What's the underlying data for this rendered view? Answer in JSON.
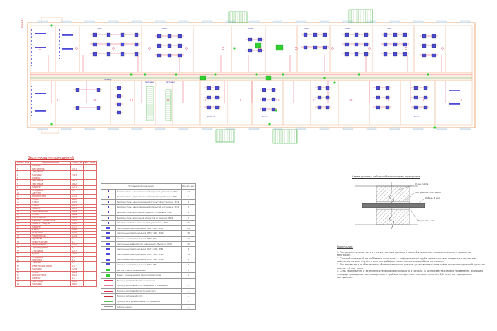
{
  "plan": {
    "scale_note": "Ось 1-12",
    "room_labels": [
      "Класс",
      "Класс",
      "Класс",
      "Коридор",
      "Класс",
      "Лестница",
      "Лестница",
      "Кабинет",
      "Класс",
      "Класс",
      "Класс",
      "Класс"
    ]
  },
  "rooms_table": {
    "title": "Экспликация помещений",
    "headers": [
      "Номер пом.",
      "Наименование",
      "Площадь",
      "Кат. пом."
    ],
    "rows": [
      [
        "1",
        "Тамбур",
        "",
        ""
      ],
      [
        "2",
        "Вестибюль",
        "15,1",
        ""
      ],
      [
        "3",
        "Гардероб",
        "",
        ""
      ],
      [
        "4",
        "Коридор",
        "74,5",
        ""
      ],
      [
        "5",
        "Тамбур",
        "",
        ""
      ],
      [
        "6",
        "Лестница",
        "16,2",
        ""
      ],
      [
        "7",
        "Лестница",
        "16,2",
        ""
      ],
      [
        "8",
        "Кабинет",
        "12,1",
        ""
      ],
      [
        "9",
        "Кладовая",
        "5,3",
        ""
      ],
      [
        "10",
        "Санузел",
        "",
        ""
      ],
      [
        "11",
        "Умывальная",
        "12,5",
        ""
      ],
      [
        "12",
        "Класс",
        "48,2",
        ""
      ],
      [
        "13",
        "Класс",
        "49,0",
        ""
      ],
      [
        "14",
        "Класс",
        "50,1",
        ""
      ],
      [
        "15",
        "Кабинет",
        "12,3",
        ""
      ],
      [
        "16",
        "Лаборантская",
        "16,9",
        ""
      ],
      [
        "17",
        "Класс",
        "48,8",
        ""
      ],
      [
        "18",
        "Учительская",
        "20,1",
        ""
      ],
      [
        "19",
        "Кабинет директора",
        "18,4",
        ""
      ],
      [
        "20",
        "Кабинет завуча",
        "14,2",
        ""
      ],
      [
        "21",
        "Кабинет",
        "11,7",
        ""
      ],
      [
        "22",
        "Класс",
        "49,6",
        ""
      ],
      [
        "23",
        "Спортзал",
        "90,0",
        ""
      ],
      [
        "24",
        "Раздевалка",
        "12,4",
        ""
      ],
      [
        "25",
        "Душевая",
        "6,2",
        ""
      ],
      [
        "26",
        "Инвентарная",
        "8,1",
        ""
      ],
      [
        "27",
        "Медкабинет",
        "14,0",
        ""
      ],
      [
        "28",
        "Процедурная",
        "9,3",
        ""
      ],
      [
        "29",
        "Столовая",
        "62,7",
        ""
      ],
      [
        "30",
        "Кухня",
        "18,5",
        ""
      ],
      [
        "31",
        "Кладовая",
        "6,4",
        ""
      ],
      [
        "32",
        "Моечная",
        "9,2",
        ""
      ],
      [
        "33",
        "Санузел",
        "3,1",
        ""
      ],
      [
        "34",
        "Электрощитовая",
        "5,0",
        ""
      ],
      [
        "35",
        "Коридор",
        "22,6",
        ""
      ],
      [
        "36",
        "Класс",
        "48,4",
        ""
      ],
      [
        "37",
        "Библиотека",
        "30,2",
        ""
      ],
      [
        "38",
        "Тамбур",
        "4,1",
        ""
      ],
      [
        "39",
        "Лестница",
        "16,0",
        ""
      ],
      [
        "40",
        "Коридор",
        "38,0",
        ""
      ]
    ]
  },
  "legend": {
    "headers": [
      "Условные обозначения",
      "Кол-во, шт."
    ],
    "rows": [
      [
        "Выключатель одноклавишный скрытой установки, IP20",
        "12"
      ],
      [
        "Выключатель двухклавишный скрытой установки, IP20",
        "6"
      ],
      [
        "Выключатель одноклавишный открытой установки, IP44",
        "4"
      ],
      [
        "Выключатель двухклавишный открытой установки, IP44",
        "2"
      ],
      [
        "Выключатель проходной скрытой установки, IP20",
        "4"
      ],
      [
        "Выключатель проходной открытой установки, IP44",
        "2"
      ],
      [
        "Розетка штепсельная скрытой установки, IP20",
        "36"
      ],
      [
        "Светильник светодиодный ЛВО 4x18, IP20",
        "84"
      ],
      [
        "Светильник светодиодный ЛПО 2x36, IP20",
        "18"
      ],
      [
        "Светильник светодиодный НПП, IP54",
        "12"
      ],
      [
        "Светильник аварийного освещения «Выход», IP20",
        "10"
      ],
      [
        "Светильник светодиодный ЛСП 2x36, IP65",
        "8"
      ],
      [
        "Светильник светодиодный ЛПО 1x36, IP20",
        "14"
      ],
      [
        "Светильник светодиодный ЛПО 1x18, IP20",
        "6"
      ],
      [
        "Светильник светодиодный ДПО, IP44",
        "4"
      ],
      [
        "Щиток осветительный ЩО",
        "2"
      ],
      [
        "Ящик с понижающим трансформатором",
        "1"
      ],
      [
        "Провод групповой сети освещения",
        "—"
      ],
      [
        "Провод групповой сети аварийного освещения",
        "—"
      ],
      [
        "Провод групповой розеточной сети",
        "—"
      ],
      [
        "Провод питающей сети",
        "—"
      ],
      [
        "Провод сети уравнивания потенциалов",
        "—"
      ],
      [
        "Кабель-канал",
        "—"
      ]
    ]
  },
  "section": {
    "title": "Схема прохода кабельной линии через перекрытие",
    "labels": [
      "Стена, плита",
      "Несгораемое уплотнение",
      "Кабель, 3 жил.",
      "Труба стальная"
    ]
  },
  "notes": {
    "heading": "Примечания:",
    "items": [
      "1. Распределительные сети от линии питания должны в покое быть окончательно отключены и проверены монтажом.",
      "2. Силовой проводкой на лейбаемые выполнять в гофрированной трубе, при отсутствии подвесного потолка в кабельном канале. Спуски к электроприборам также выполнять в кабельном канале.",
      "3. Выключатели для обеспечения общего освещения должны устанавливаться на стене со стороны дверной ручки на высоте 1,0 м от пола.",
      "4. Сеть уравнивания и заземления необходимо проложить отдельно. В разных местах кабель заземления, имеющих площадь проводимостью проводников с трубами поперечным сечением не менее 6,0 кв.мм по подводимым материалам."
    ]
  },
  "colors": {
    "wall": "#f0b890",
    "fixture": "#4b4bd8",
    "wire": "#e03050",
    "device": "#30d030",
    "text": "#c04040"
  }
}
